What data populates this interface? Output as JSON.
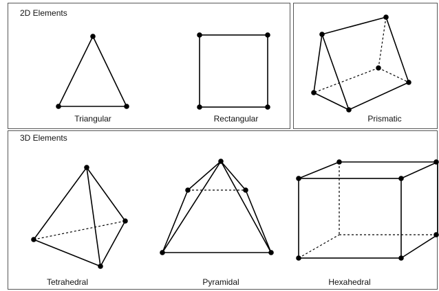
{
  "panels": {
    "two_d_title": "2D Elements",
    "three_d_title": "3D Elements"
  },
  "elements": {
    "triangular": "Triangular",
    "rectangular": "Rectangular",
    "prismatic": "Prismatic",
    "tetrahedral": "Tetrahedral",
    "pyramidal": "Pyramidal",
    "hexahedral": "Hexahedral"
  },
  "colors": {
    "line": "#000000",
    "node": "#000000",
    "border": "#555555"
  }
}
